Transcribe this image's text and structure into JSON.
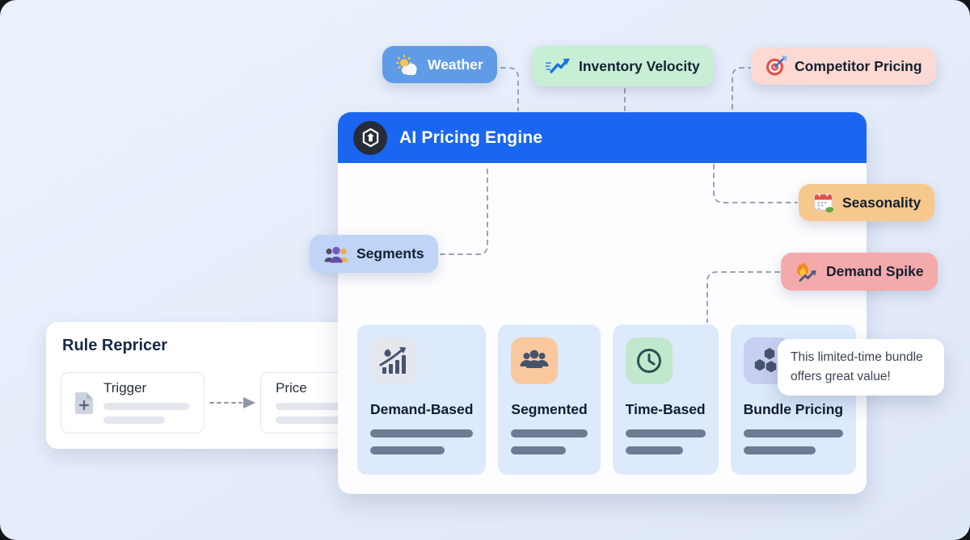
{
  "engine": {
    "title": "AI Pricing Engine",
    "header_bg": "#1b66f0",
    "panel_bg": "#fdfdff"
  },
  "signals": [
    {
      "label": "Weather",
      "bg": "#5f9be6",
      "text_color": "#ffffff",
      "icon": "sun-cloud-icon"
    },
    {
      "label": "Inventory Velocity",
      "bg": "#c8eed6",
      "text_color": "#15202f",
      "icon": "trend-up-icon"
    },
    {
      "label": "Competitor Pricing",
      "bg": "#fcd9d2",
      "text_color": "#15202f",
      "icon": "target-dart-icon"
    },
    {
      "label": "Seasonality",
      "bg": "#f7c88c",
      "text_color": "#15202f",
      "icon": "calendar-leaf-icon"
    },
    {
      "label": "Demand Spike",
      "bg": "#f4a9ab",
      "text_color": "#15202f",
      "icon": "fire-trend-icon"
    },
    {
      "label": "Segments",
      "bg": "#bfd4f7",
      "text_color": "#15202f",
      "icon": "people-icon"
    }
  ],
  "strategies": [
    {
      "label": "Demand-Based",
      "tile_bg": "#e5e7ee",
      "icon": "chart-flame-icon"
    },
    {
      "label": "Segmented",
      "tile_bg": "#f9c89d",
      "icon": "people-group-icon"
    },
    {
      "label": "Time-Based",
      "tile_bg": "#c1e8cd",
      "icon": "clock-icon"
    },
    {
      "label": "Bundle Pricing",
      "tile_bg": "#c7cff2",
      "icon": "cubes-icon"
    }
  ],
  "tooltip": {
    "text": "This limited-time bundle offers great value!"
  },
  "rule_repricer": {
    "title": "Rule Repricer",
    "nodes": [
      {
        "label": "Trigger"
      },
      {
        "label": "Price"
      }
    ]
  }
}
